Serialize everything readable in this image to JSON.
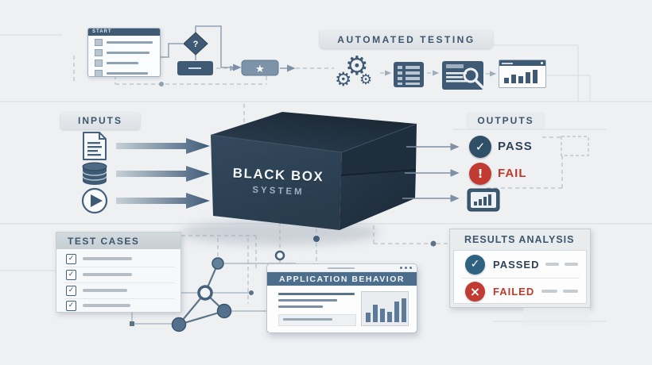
{
  "colors": {
    "steel": "#3e5a74",
    "box_front": "#2e4254",
    "box_top": "#22303f",
    "box_side": "#1f2e3c",
    "fail_red": "#c23b32",
    "pass_circle_blue": "#2e4f66",
    "results_pass_blue": "#2f6180",
    "label_text": "#3c566e",
    "app_header_blue": "#4d6d8d"
  },
  "icons": {
    "gear": "⚙",
    "star": "★",
    "check": "✓",
    "cross": "×",
    "alert": "!",
    "question": "?"
  },
  "flowchart": {
    "start_window_title": "START"
  },
  "automated_testing": {
    "label": "AUTOMATED TESTING",
    "report_window_bars": [
      7,
      11,
      9,
      14,
      17
    ]
  },
  "inputs": {
    "label": "INPUTS"
  },
  "black_box": {
    "title": "BLACK BOX",
    "subtitle": "SYSTEM"
  },
  "outputs": {
    "label": "OUTPUTS",
    "pass_label": "PASS",
    "fail_label": "FAIL",
    "chart_icon_bars": [
      4,
      7,
      9,
      12
    ]
  },
  "test_cases": {
    "label": "TEST CASES"
  },
  "application_behavior": {
    "label": "APPLICATION BEHAVIOR",
    "chart_bars": [
      12,
      22,
      17,
      13,
      26,
      30
    ]
  },
  "results_analysis": {
    "label": "RESULTS ANALYSIS",
    "passed_label": "PASSED",
    "failed_label": "FAILED"
  }
}
